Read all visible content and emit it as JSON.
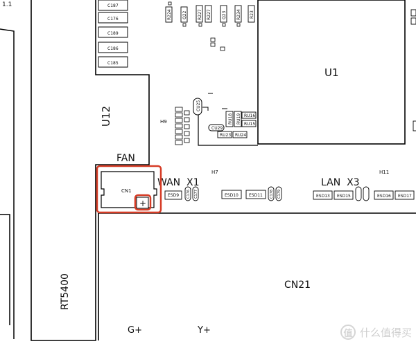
{
  "corner_label": "1.1",
  "labels": {
    "u12": "U12",
    "fan": "FAN",
    "rt5400": "RT5400",
    "u1": "U1",
    "cn21": "CN21",
    "wan": "WAN  X1",
    "lan": "LAN  X3",
    "h9": "H9",
    "h7": "H7",
    "h11": "H11",
    "g_plus": "G+",
    "y_plus": "Y+",
    "cn1": "CN1",
    "plus": "+"
  },
  "caps_left": [
    "C187",
    "C176",
    "C189",
    "C186",
    "C185"
  ],
  "resistors_top": [
    "R224",
    "Q22",
    "R227",
    "R227",
    "Q23",
    "R234",
    "R23"
  ],
  "mid_parts": {
    "cu25": "CU25",
    "cu29": "CU29",
    "ru16": "RU16",
    "ru15": "RU15",
    "ru18": "RU18",
    "ru19": "RU19",
    "ru23": "RU23",
    "ru24": "RU24"
  },
  "esd_labels": [
    "ESD9",
    "ESD10",
    "ESD11",
    "ESD13",
    "ESD15",
    "ESD16",
    "ESD17"
  ],
  "caps_small": [
    "C176",
    "C177",
    "C178",
    "C179"
  ],
  "highlight_color": "#d63c26",
  "watermark": {
    "icon": "值",
    "text": "什么值得买"
  }
}
